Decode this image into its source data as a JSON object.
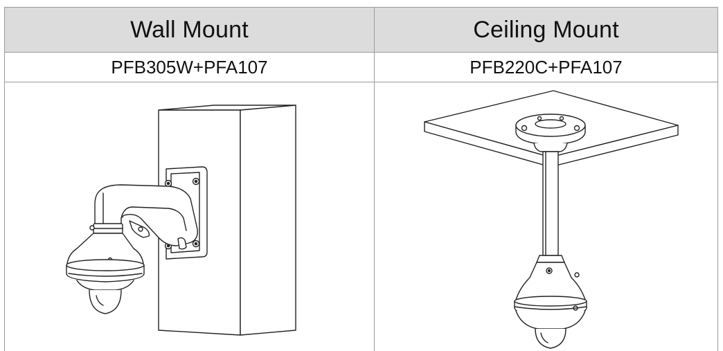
{
  "table": {
    "columns": [
      {
        "header": "Wall Mount",
        "model": "PFB305W+PFA107",
        "illustration_icon": "wall-mount-bracket-camera-icon"
      },
      {
        "header": "Ceiling Mount",
        "model": "PFB220C+PFA107",
        "illustration_icon": "ceiling-mount-pendant-camera-icon"
      }
    ]
  },
  "colors": {
    "header_background": "#dcdcdc",
    "border": "#9a9a9a",
    "line_art": "#222222"
  }
}
